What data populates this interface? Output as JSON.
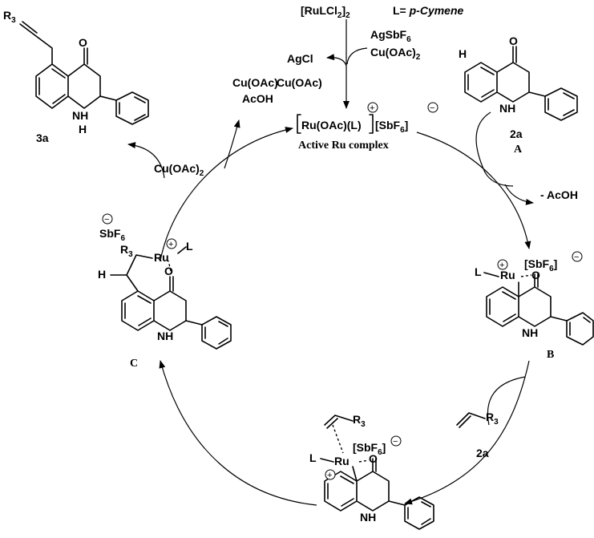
{
  "reagents": {
    "precatalyst": "[RuLCl",
    "precatalyst_sub": "2",
    "precatalyst_close": "]",
    "precatalyst_sub2": "2",
    "ligand_def": "L= ",
    "ligand_name": "p-Cymene",
    "agsbf6": "AgSbF",
    "agsbf6_sub": "6",
    "cuoac2": "Cu(OAc)",
    "cuoac2_sub": "2",
    "agcl": "AgCl",
    "cuoac": "Cu(OAc)"
  },
  "active_complex": {
    "formula": "Ru(OAc)(L)",
    "counter": "[SbF",
    "counter_sub": "6",
    "counter_close": "]",
    "caption": "Active Ru complex",
    "plus": "+",
    "minus": "−"
  },
  "byproducts_top_left": {
    "line1": "Cu(OAc)",
    "line2": "AcOH",
    "oxidant": "Cu(OAc)",
    "oxidant_sub": "2"
  },
  "step_right": {
    "loss": "- AcOH"
  },
  "step_bottom": {
    "reagent_label": "2a",
    "r_group": "R",
    "r_sub": "3"
  },
  "compounds": {
    "product": {
      "label": "3a",
      "r": "R",
      "r_sub": "3",
      "o": "O",
      "nh": "NH",
      "h": "H"
    },
    "substrate": {
      "label": "2a",
      "sublabel": "A",
      "h": "H",
      "o": "O",
      "nh": "NH"
    },
    "int_b": {
      "label": "B",
      "l": "L",
      "ru": "Ru",
      "o": "O",
      "counter": "[SbF",
      "counter_sub": "6",
      "counter_close": "]",
      "nh": "NH"
    },
    "int_c": {
      "label": "C",
      "sb": "SbF",
      "sb_sub": "6",
      "r": "R",
      "r_sub": "3",
      "ru": "Ru",
      "l": "L",
      "h": "H",
      "o": "O",
      "nh": "NH"
    },
    "int_bottom": {
      "l": "L",
      "ru": "Ru",
      "o": "O",
      "counter": "[SbF",
      "counter_sub": "6",
      "counter_close": "]",
      "r": "R",
      "r_sub": "3",
      "nh": "NH"
    }
  }
}
